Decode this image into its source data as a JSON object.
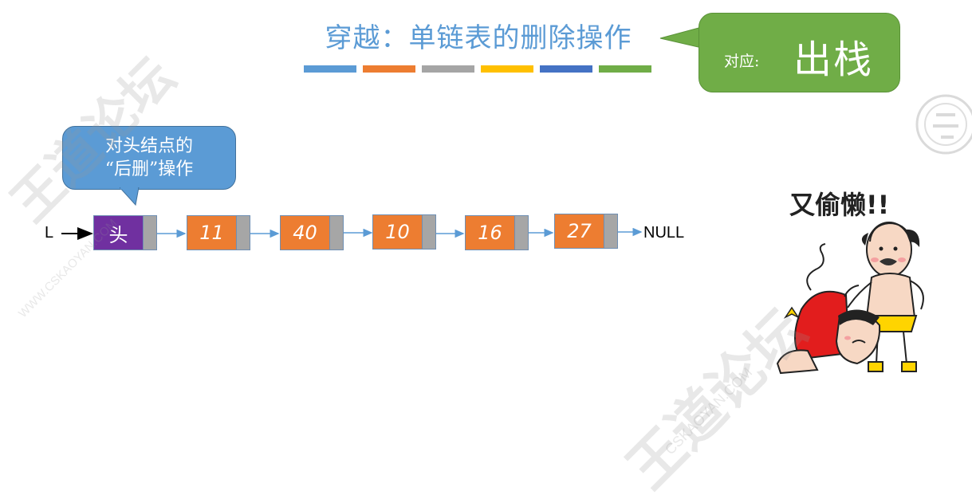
{
  "title": "穿越：单链表的删除操作",
  "title_bar_colors": [
    "#5b9bd5",
    "#ed7d31",
    "#a5a5a5",
    "#ffc000",
    "#4472c4",
    "#70ad47"
  ],
  "green_callout": {
    "prefix": "对应:",
    "main": "出栈",
    "color": "#70ad47"
  },
  "blue_callout": {
    "line1": "对头结点的",
    "line2": "“后删”操作",
    "color": "#5b9bd5"
  },
  "list": {
    "head_pointer_label": "L",
    "nodes": [
      {
        "value": "头",
        "color": "#7030a0"
      },
      {
        "value": "11",
        "color": "#ed7d31"
      },
      {
        "value": "40",
        "color": "#ed7d31"
      },
      {
        "value": "10",
        "color": "#ed7d31"
      },
      {
        "value": "16",
        "color": "#ed7d31"
      },
      {
        "value": "27",
        "color": "#ed7d31"
      }
    ],
    "tail_label": "NULL"
  },
  "meme": {
    "caption": "又偷懒!!"
  },
  "watermark": {
    "brand": "王道论坛",
    "site": "CSKAOYAN.COM",
    "site_upper": "WWW.CSKAOYAN.COM"
  }
}
